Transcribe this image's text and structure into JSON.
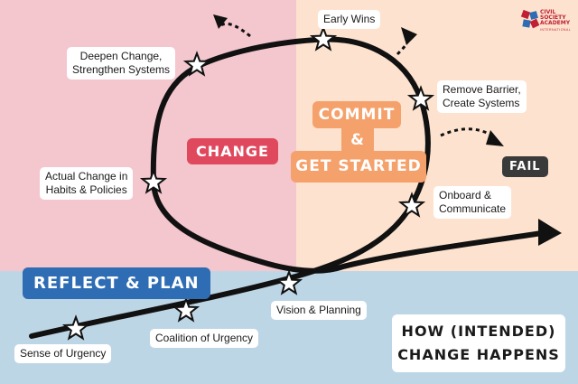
{
  "regions": {
    "change": {
      "label": "CHANGE",
      "color": "#f4c6ce",
      "pill_color": "#e0485d"
    },
    "commit": {
      "line1": "COMMIT",
      "line2": "&",
      "line3": "GET STARTED",
      "color": "#fde3cf",
      "pill_color": "#f5a16c"
    },
    "reflect": {
      "label": "REFLECT & PLAN",
      "color": "#bdd6e6",
      "pill_color": "#2e6cb3"
    }
  },
  "fail": {
    "label": "FAIL",
    "color": "#3a3a3a"
  },
  "title": {
    "line1": "HOW (INTENDED)",
    "line2": "CHANGE HAPPENS"
  },
  "steps": [
    {
      "label": "Sense of Urgency"
    },
    {
      "label": "Coalition of Urgency"
    },
    {
      "label": "Vision & Planning"
    },
    {
      "label": "Onboard &\nCommunicate"
    },
    {
      "label": "Remove Barrier,\nCreate Systems"
    },
    {
      "label": "Early Wins"
    },
    {
      "label": "Deepen Change,\nStrengthen Systems"
    },
    {
      "label": "Actual Change in\nHabits & Policies"
    }
  ],
  "logo": {
    "text": "CIVIL\nSOCIETY\nACADEMY",
    "subtext": "INTERNATIONAL",
    "colors": [
      "#c01f34",
      "#2e6cb3"
    ]
  },
  "icons": {
    "star": "star-icon",
    "arrow": "arrow-icon",
    "dotted_arrow": "dotted-arrow-icon"
  }
}
